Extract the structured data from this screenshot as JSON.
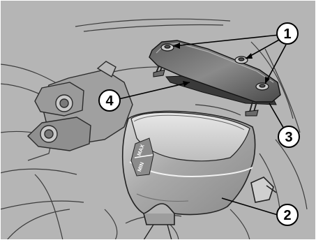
{
  "figure": {
    "background": "#b5b5b5",
    "callouts": [
      {
        "label": "1",
        "part": "reservoir-cover-screws"
      },
      {
        "label": "2",
        "part": "fluid-reservoir"
      },
      {
        "label": "3",
        "part": "reservoir-cover"
      },
      {
        "label": "4",
        "part": "cover-gasket"
      }
    ],
    "reservoir_markings": {
      "max": "MAX",
      "min": "MIN"
    }
  }
}
